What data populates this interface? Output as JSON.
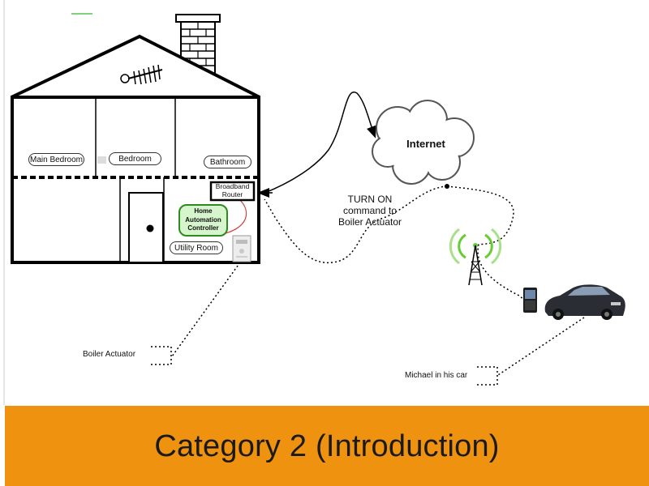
{
  "house": {
    "rooms": [
      "Main Bedroom",
      "Bedroom",
      "Bathroom",
      "Utility Room"
    ],
    "router_label": [
      "Broadband",
      "Router"
    ],
    "controller_label": [
      "Home",
      "Automation",
      "Controller"
    ]
  },
  "cloud_label": "Internet",
  "command_label": [
    "TURN ON",
    "command to",
    "Boiler Actuator"
  ],
  "callouts": {
    "boiler": "Boiler Actuator",
    "michael": "Michael in his car"
  },
  "banner": {
    "text": "Category 2 (Introduction)",
    "color": "#ef9210"
  },
  "colors": {
    "controller_fill": "#d6f5cc",
    "controller_border": "#2e8a1e",
    "signal_green": "#66cc33",
    "link_red": "#d23c3c"
  }
}
